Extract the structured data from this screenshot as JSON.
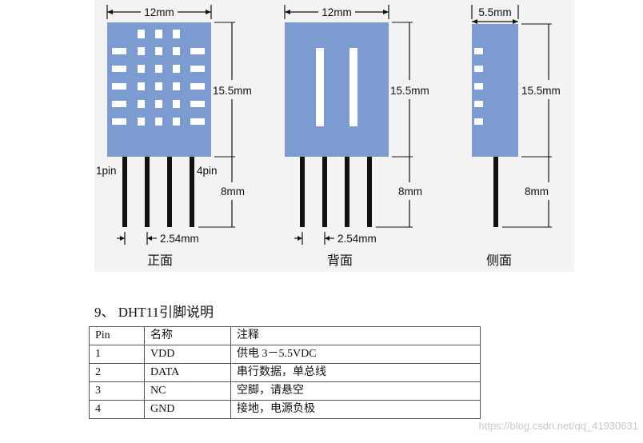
{
  "figure": {
    "dim_width_front": "12mm",
    "dim_width_back": "12mm",
    "dim_width_side": "5.5mm",
    "dim_body_height": "15.5mm",
    "dim_pin_length": "8mm",
    "pin1_label": "1pin",
    "pin4_label": "4pin",
    "pitch_label": "2.54mm",
    "caption_front": "正面",
    "caption_back": "背面",
    "caption_side": "侧面",
    "colors": {
      "body": "#7b9bd1",
      "background": "#f3f3f3",
      "pin": "#111111"
    }
  },
  "section_heading": "9、 DHT11引脚说明",
  "table": {
    "headers": [
      "Pin",
      "名称",
      "注释"
    ],
    "rows": [
      [
        "1",
        "VDD",
        "供电 3－5.5VDC"
      ],
      [
        "2",
        "DATA",
        "串行数据，单总线"
      ],
      [
        "3",
        "NC",
        "空脚，请悬空"
      ],
      [
        "4",
        "GND",
        "接地，电源负极"
      ]
    ]
  },
  "watermark": "https://blog.csdn.net/qq_41930631"
}
